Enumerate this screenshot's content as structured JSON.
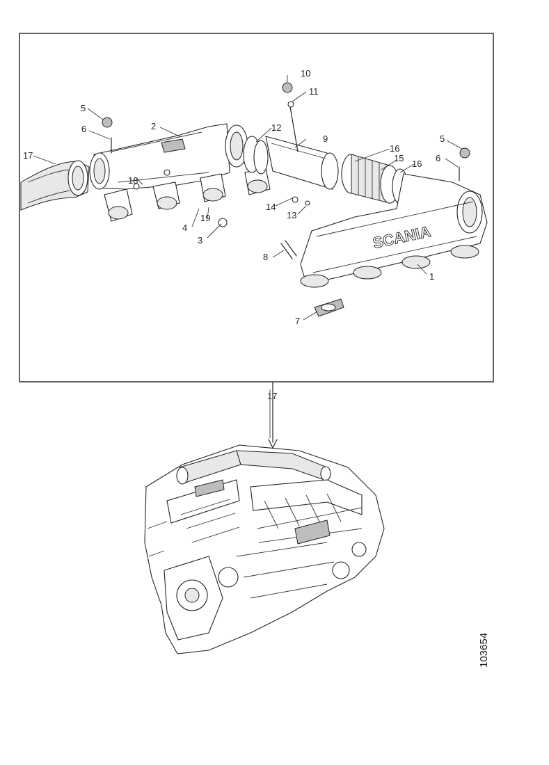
{
  "diagram": {
    "callouts": [
      "1",
      "2",
      "3",
      "4",
      "5",
      "5",
      "6",
      "6",
      "7",
      "8",
      "9",
      "10",
      "11",
      "12",
      "13",
      "14",
      "15",
      "16",
      "16",
      "17",
      "17",
      "18",
      "19"
    ],
    "brand_lettering": "SCANIA",
    "document_number": "103654"
  }
}
